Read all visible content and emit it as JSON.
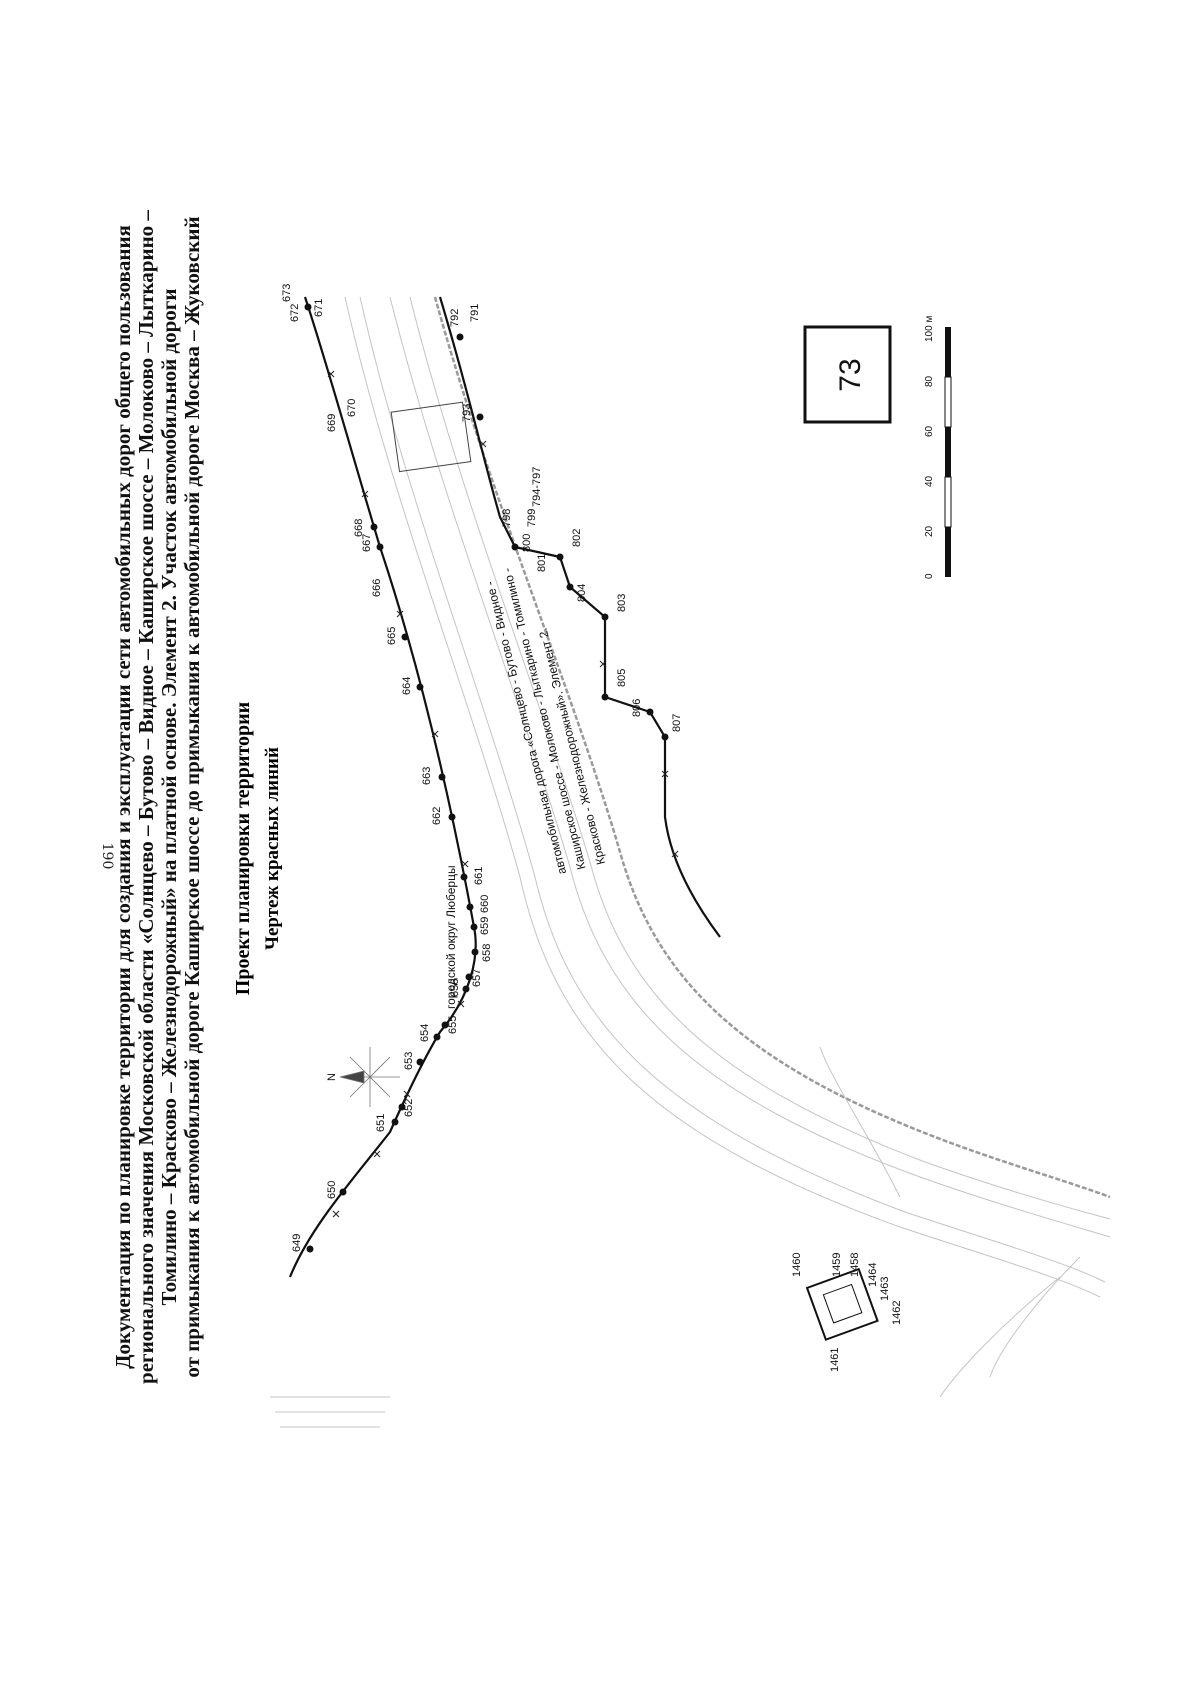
{
  "page_number": "190",
  "header_lines": [
    "Документация по планировке территории для создания и эксплуатации сети автомобильных дорог общего пользования",
    "регионального значения Московской области «Солнцево – Бутово – Видное – Каширское шоссе – Молоково – Лыткарино –",
    "Томилино – Красково – Железнодорожный» на платной основе. Элемент 2. Участок автомобильной дороги",
    "от примыкания к автомобильной дороге Каширское шоссе до примыкания к автомобильной дороге Москва – Жуковский"
  ],
  "subtitle": "Проект планировки территории",
  "drawing_title": "Чертеж красных линий",
  "map": {
    "district_label": "городской округ Люберцы",
    "north_label": "N",
    "sheet_number": "73",
    "road_labels": [
      "автомобильная дорога «Солнцево - Бутово - Видное -",
      "Каширское шоссе - Молоково - Лыткарино - Томилино -",
      "Красково - Железнодорожный». Элемент 2."
    ],
    "scale": {
      "ticks": [
        "0",
        "20",
        "40",
        "60",
        "80",
        "100 м"
      ]
    },
    "points": {
      "p649": "649",
      "p650": "650",
      "p651": "651",
      "p652": "652",
      "p653": "653",
      "p654": "654",
      "p655": "655",
      "p656": "656",
      "p657": "657",
      "p658": "658",
      "p659": "659",
      "p660": "660",
      "p661": "661",
      "p662": "662",
      "p663": "663",
      "p664": "664",
      "p665": "665",
      "p666": "666",
      "p667": "667",
      "p668": "668",
      "p669": "669",
      "p670": "670",
      "p671": "671",
      "p672": "672",
      "p673": "673",
      "p791": "791",
      "p792": "792",
      "p793": "793",
      "p794_797": "794-797",
      "p798": "798",
      "p799": "799",
      "p800": "800",
      "p801": "801",
      "p802": "802",
      "p803": "803",
      "p804": "804",
      "p805": "805",
      "p806": "806",
      "p807": "807",
      "p1458": "1458",
      "p1459": "1459",
      "p1460": "1460",
      "p1461": "1461",
      "p1462": "1462",
      "p1463": "1463",
      "p1464": "1464"
    }
  },
  "colors": {
    "ink": "#111111",
    "gray_line": "#9a9a9a",
    "light_line": "#c4c4c4"
  }
}
